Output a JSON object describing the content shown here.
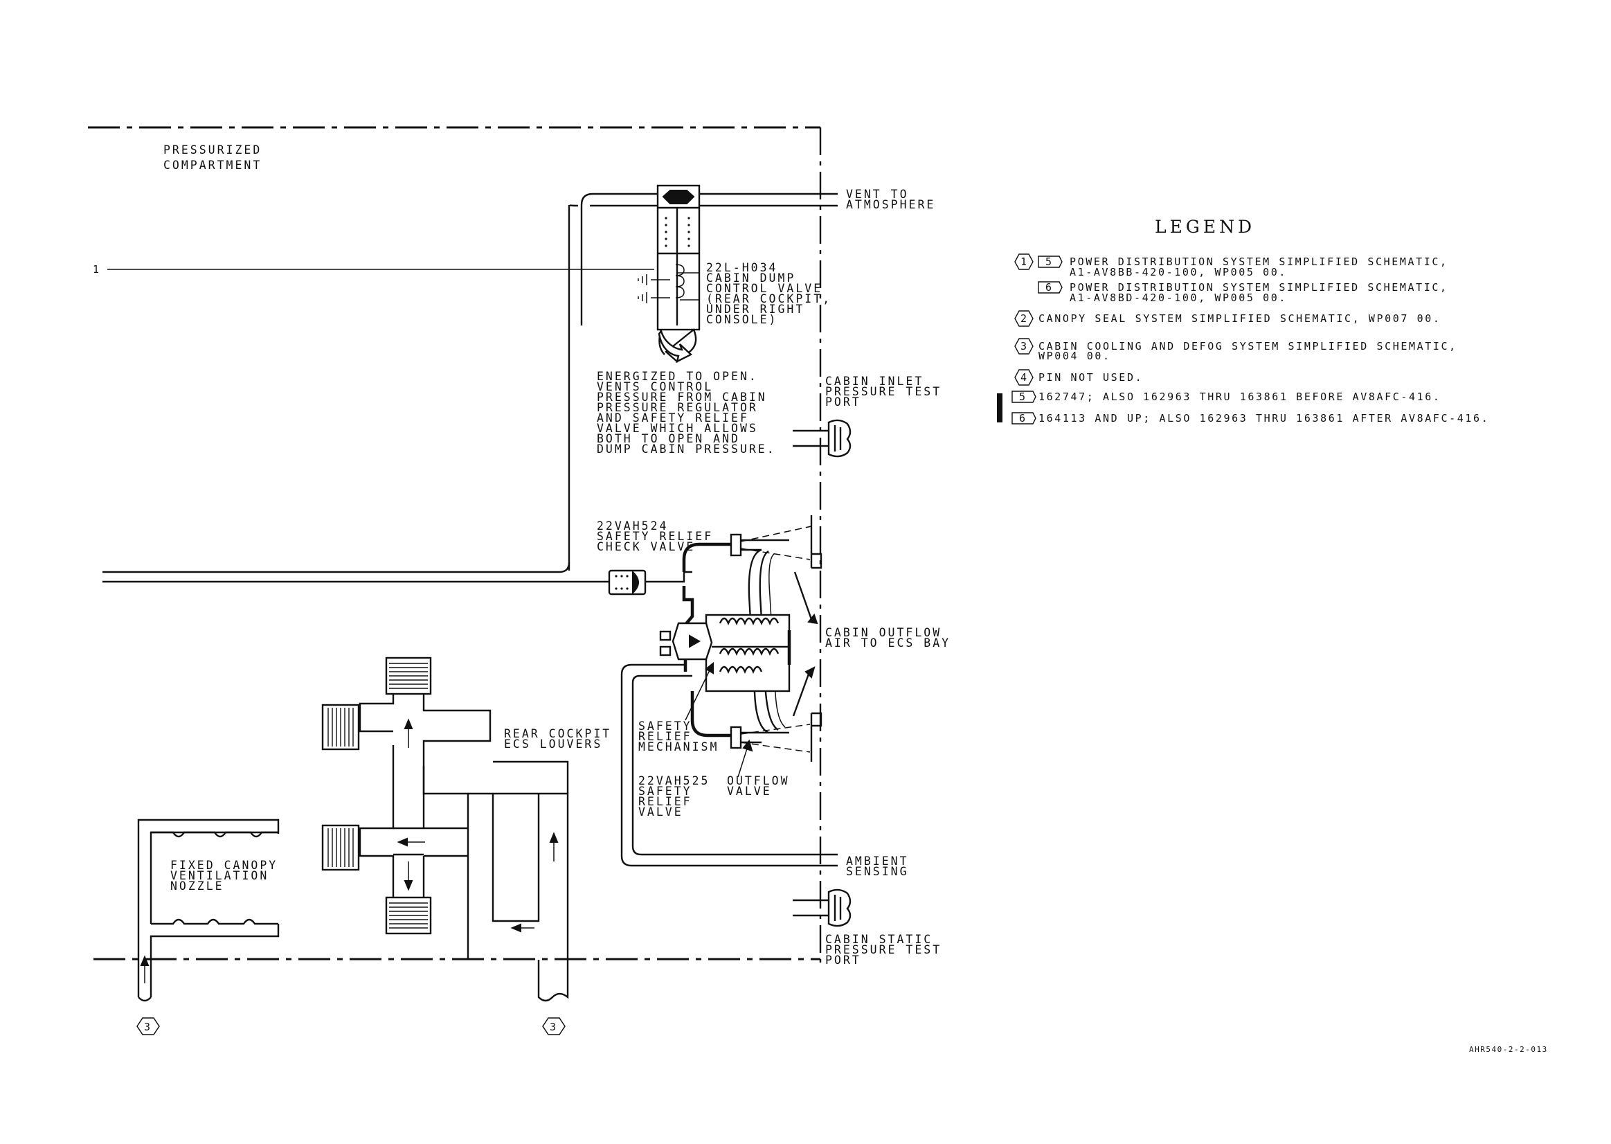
{
  "compartment_label": [
    "PRESSURIZED",
    "COMPARTMENT"
  ],
  "left_ref_number": "1",
  "vent_label": [
    "VENT TO",
    "ATMOSPHERE"
  ],
  "dump_valve_label": [
    "22L-H034",
    "CABIN DUMP",
    "CONTROL VALVE",
    "(REAR COCKPIT,",
    "UNDER RIGHT",
    "CONSOLE)"
  ],
  "energized_note": [
    "ENERGIZED TO OPEN.",
    "VENTS CONTROL",
    "PRESSURE FROM CABIN",
    "PRESSURE REGULATOR",
    "AND SAFETY RELIEF",
    "VALVE WHICH ALLOWS",
    "BOTH TO OPEN AND",
    "DUMP CABIN PRESSURE."
  ],
  "inlet_test_port_label": [
    "CABIN INLET",
    "PRESSURE TEST",
    "PORT"
  ],
  "check_valve_label": [
    "22VAH524",
    "SAFETY RELIEF",
    "CHECK VALVE"
  ],
  "outflow_air_label": [
    "CABIN OUTFLOW",
    "AIR TO ECS BAY"
  ],
  "safety_mech_label": [
    "SAFETY",
    "RELIEF",
    "MECHANISM"
  ],
  "relief_valve_label": [
    "22VAH525",
    "SAFETY",
    "RELIEF",
    "VALVE"
  ],
  "outflow_valve_label": [
    "OUTFLOW",
    "VALVE"
  ],
  "louvers_label": [
    "REAR COCKPIT",
    "ECS LOUVERS"
  ],
  "nozzle_label": [
    "FIXED CANOPY",
    "VENTILATION",
    "NOZZLE"
  ],
  "ambient_label": [
    "AMBIENT",
    "SENSING"
  ],
  "static_port_label": [
    "CABIN STATIC",
    "PRESSURE TEST",
    "PORT"
  ],
  "bottom_refs": [
    "3",
    "3"
  ],
  "legend": {
    "title": "LEGEND",
    "items": [
      {
        "ref": "1",
        "sub": "5",
        "lines": [
          "POWER DISTRIBUTION SYSTEM SIMPLIFIED SCHEMATIC,",
          "A1-AV8BB-420-100, WP005 00."
        ]
      },
      {
        "ref": "",
        "sub": "6",
        "lines": [
          "POWER DISTRIBUTION SYSTEM SIMPLIFIED SCHEMATIC,",
          "A1-AV8BD-420-100, WP005 00."
        ]
      },
      {
        "ref": "2",
        "sub": "",
        "lines": [
          "CANOPY SEAL SYSTEM SIMPLIFIED SCHEMATIC, WP007 00."
        ]
      },
      {
        "ref": "3",
        "sub": "",
        "lines": [
          "CABIN COOLING AND DEFOG SYSTEM SIMPLIFIED SCHEMATIC,",
          "WP004 00."
        ]
      },
      {
        "ref": "4",
        "sub": "",
        "lines": [
          "PIN NOT USED."
        ]
      },
      {
        "ref": "",
        "sub": "5",
        "lines": [
          "162747; ALSO 162963 THRU 163861 BEFORE AV8AFC-416."
        ]
      },
      {
        "ref": "",
        "sub": "6",
        "lines": [
          "164113 AND UP; ALSO 162963 THRU 163861 AFTER AV8AFC-416."
        ]
      }
    ]
  },
  "figure_id": "AHR540-2-2-013",
  "colors": {
    "ink": "#111111",
    "paper": "#ffffff"
  }
}
